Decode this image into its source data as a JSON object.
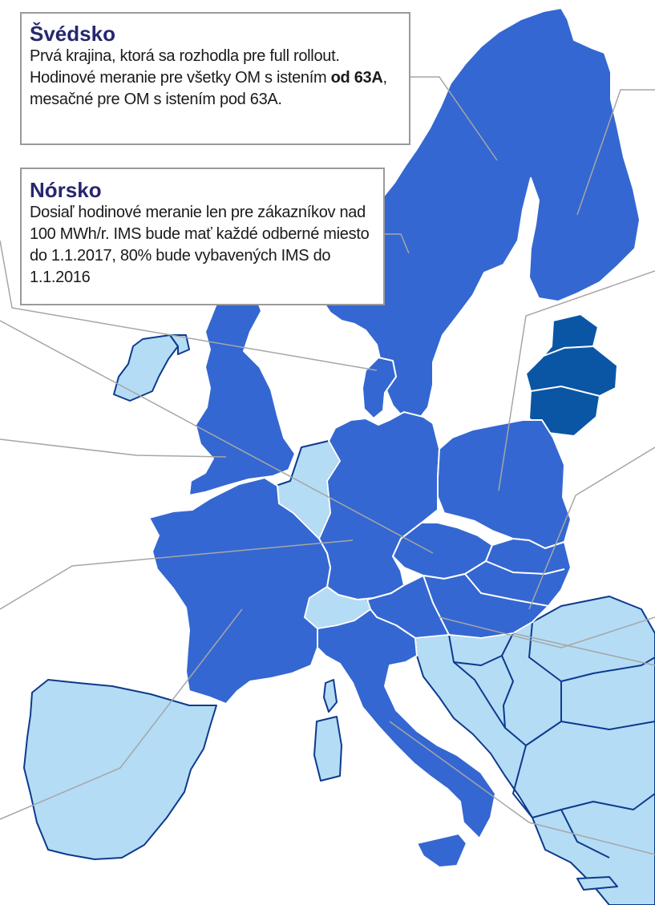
{
  "colors": {
    "full_rollout": "#3467d1",
    "full_rollout_dark": "#0a56a5",
    "no_decision": "#b4dcf5",
    "border_light": "#ffffff",
    "border_dark": "#0d3a8c",
    "leader_line": "#a6a6a6",
    "callout_title": "#26276e"
  },
  "callouts": {
    "sweden": {
      "title": "Švédsko",
      "text_1": "Prvá krajina, ktorá sa rozhodla pre full rollout. Hodinové meranie pre všetky OM s istením ",
      "text_bold": "od 63A",
      "text_2": ", mesačné pre OM s istením pod 63A."
    },
    "norway": {
      "title": "Nórsko",
      "text": "Dosiaľ hodinové meranie len pre zákazníkov nad 100 MWh/r. IMS bude mať každé odberné miesto do 1.1.2017, 80% bude vybavených IMS do 1.1.2016"
    }
  }
}
